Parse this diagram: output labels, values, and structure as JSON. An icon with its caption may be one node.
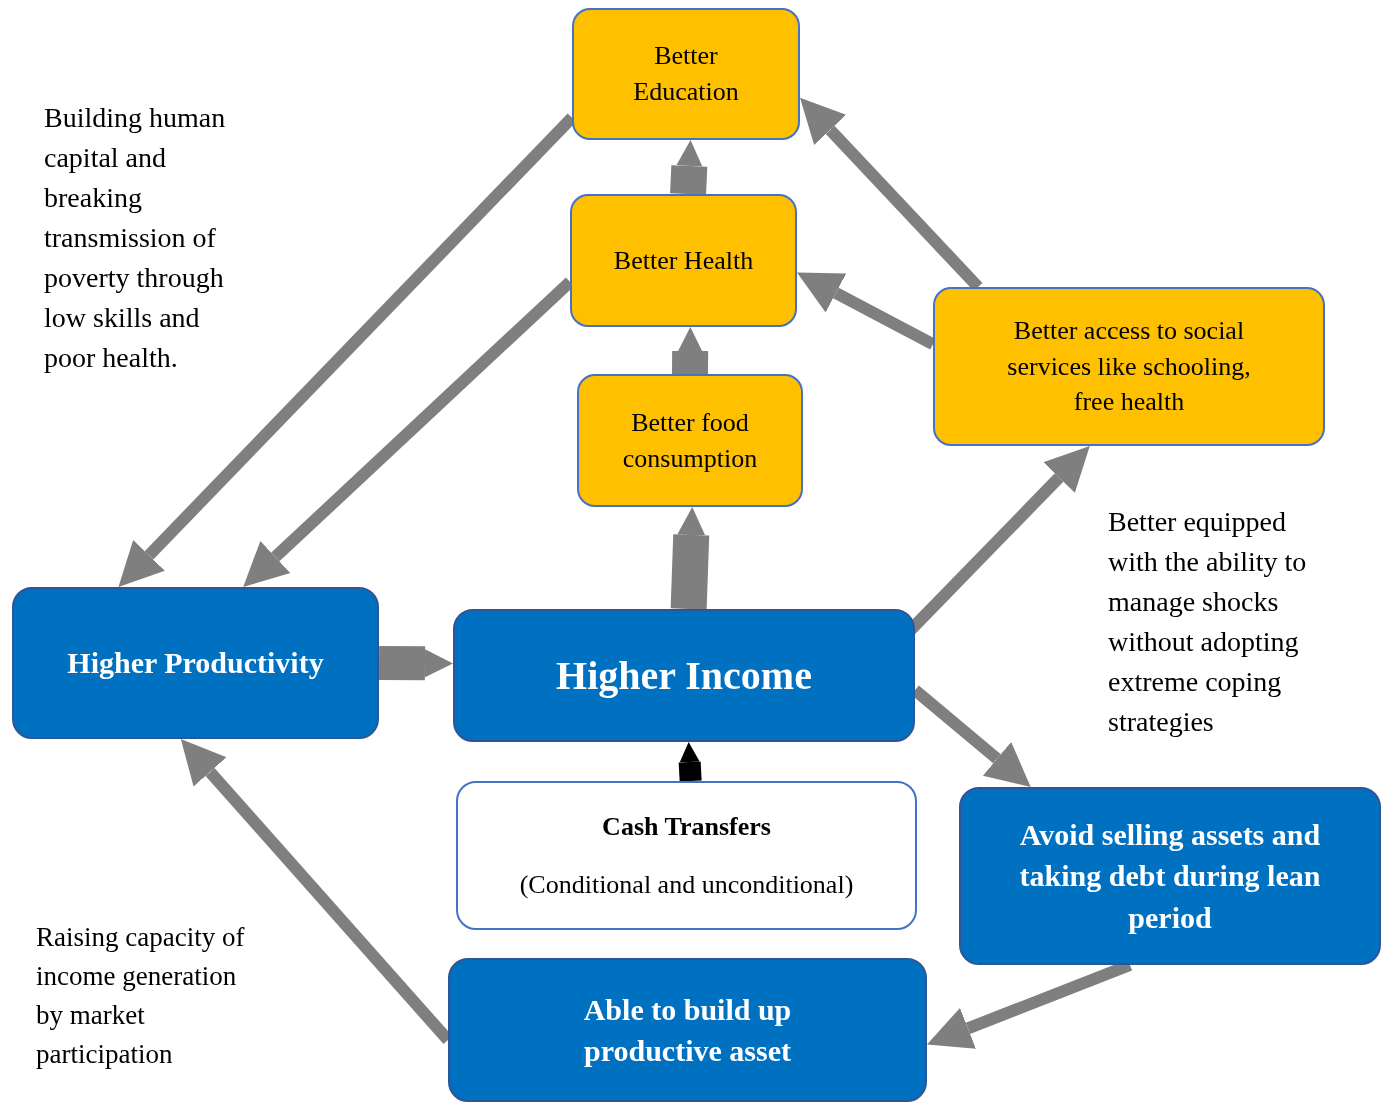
{
  "diagram": {
    "nodes": [
      {
        "text": [
          "Better Education"
        ]
      },
      {
        "text": [
          "Better Health"
        ]
      },
      {
        "text": [
          "Better food consumption"
        ]
      },
      {
        "text": [
          "Better access to social services like schooling, free health"
        ]
      },
      {
        "text": [
          "Higher Productivity"
        ]
      },
      {
        "text": [
          "Higher Income"
        ]
      },
      {
        "text": [
          "Cash Transfers",
          "(Conditional and unconditional)"
        ]
      },
      {
        "text": [
          "Avoid selling assets and taking debt during lean period"
        ]
      },
      {
        "text": [
          "Able to build up productive asset"
        ]
      }
    ],
    "edges": [
      {
        "from": 1,
        "to": 0,
        "arrow": "to",
        "style": "thick"
      },
      {
        "from": 2,
        "to": 1,
        "arrow": "to",
        "style": "thick"
      },
      {
        "from": 5,
        "to": 2,
        "arrow": "to",
        "style": "thick"
      },
      {
        "from": 6,
        "to": 5,
        "arrow": "to",
        "style": "thick",
        "color": "#000000"
      },
      {
        "from": 4,
        "to": 5,
        "arrow": "to",
        "style": "thick"
      },
      {
        "from": 5,
        "to": 3,
        "arrow": "to"
      },
      {
        "from": 3,
        "to": 0,
        "arrow": "to"
      },
      {
        "from": 3,
        "to": 1,
        "arrow": "to"
      },
      {
        "from": 0,
        "to": 4,
        "arrow": "to"
      },
      {
        "from": 1,
        "to": 4,
        "arrow": "to"
      },
      {
        "from": 5,
        "to": 7,
        "arrow": "to"
      },
      {
        "from": 7,
        "to": 8,
        "arrow": "to"
      },
      {
        "from": 8,
        "to": 4,
        "arrow": "to"
      }
    ],
    "labels": [
      "Building human capital and breaking transmission of poverty through low skills and poor health.",
      "Better equipped with the ability to manage shocks without adopting extreme coping strategies",
      "Raising capacity of income generation by market participation"
    ]
  }
}
